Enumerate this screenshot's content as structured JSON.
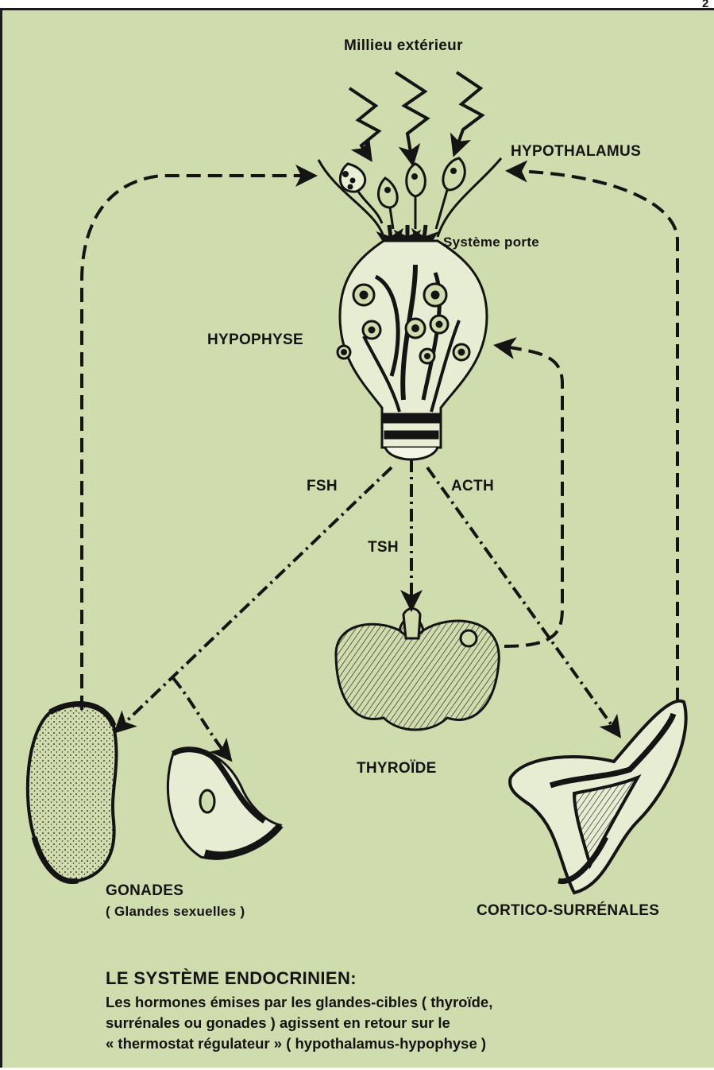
{
  "corner_mark": "2",
  "labels": {
    "milieu": "Millieu extérieur",
    "hypothalamus": "HYPOTHALAMUS",
    "systeme_porte": "Système porte",
    "hypophyse": "HYPOPHYSE",
    "fsh": "FSH",
    "acth": "ACTH",
    "tsh": "TSH",
    "thyroide": "THYROÏDE",
    "gonades": "GONADES",
    "gonades_sub": "( Glandes sexuelles )",
    "cortico": "CORTICO-SURRÉNALES"
  },
  "caption": {
    "title": "LE SYSTÈME ENDOCRINIEN:",
    "lines": [
      "Les hormones émises par les glandes-cibles ( thyroïde,",
      "surrénales ou gonades ) agissent en retour sur le",
      "« thermostat régulateur » ( hypothalamus-hypophyse )"
    ]
  },
  "colors": {
    "background": "#cfdcad",
    "ink": "#141414"
  }
}
